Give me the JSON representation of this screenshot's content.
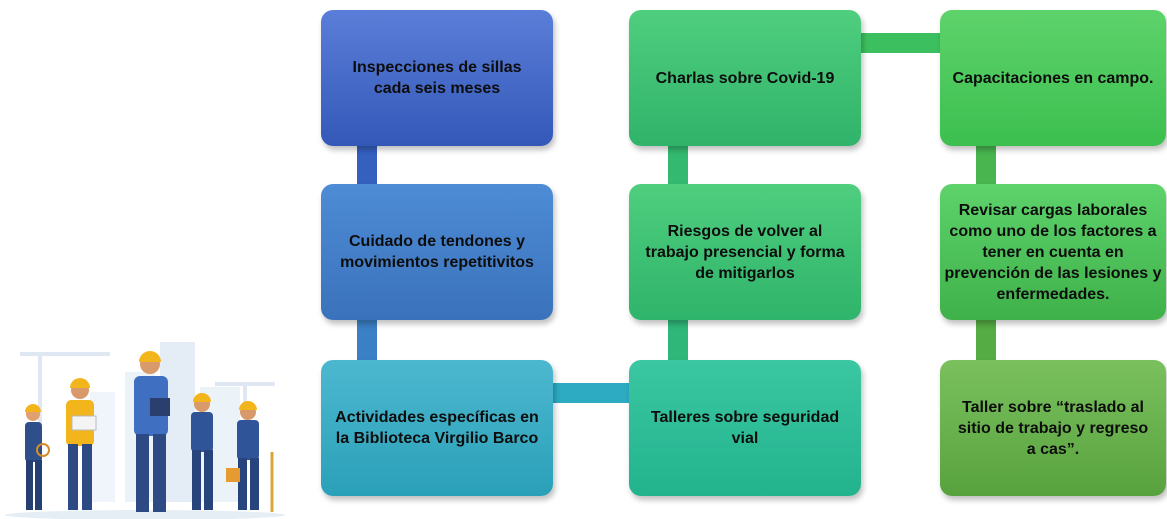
{
  "boxes": {
    "b1": "Inspecciones de sillas cada seis meses",
    "b2": "Cuidado de tendones y movimientos repetitivitos",
    "b3": "Actividades específicas en la Biblioteca Virgilio Barco",
    "g1": "Charlas sobre Covid-19",
    "g2": "Riesgos de volver al trabajo presencial y forma de mitigarlos",
    "g3": "Talleres sobre seguridad vial",
    "r1": "Capacitaciones en campo.",
    "r2": "Revisar cargas laborales como uno de los factores a tener en cuenta en prevención de las lesiones y enfermedades.",
    "r3": "Taller sobre “traslado al sitio de trabajo y regreso a cas”."
  },
  "colors": {
    "blue_dark": "#3a5fc0",
    "blue_mid": "#3e7bc4",
    "teal": "#2aa9c2",
    "green": "#35bb6f",
    "green_light": "#4bbf57",
    "olive_green": "#62a845"
  },
  "illustration": "construction-workers-illustration"
}
